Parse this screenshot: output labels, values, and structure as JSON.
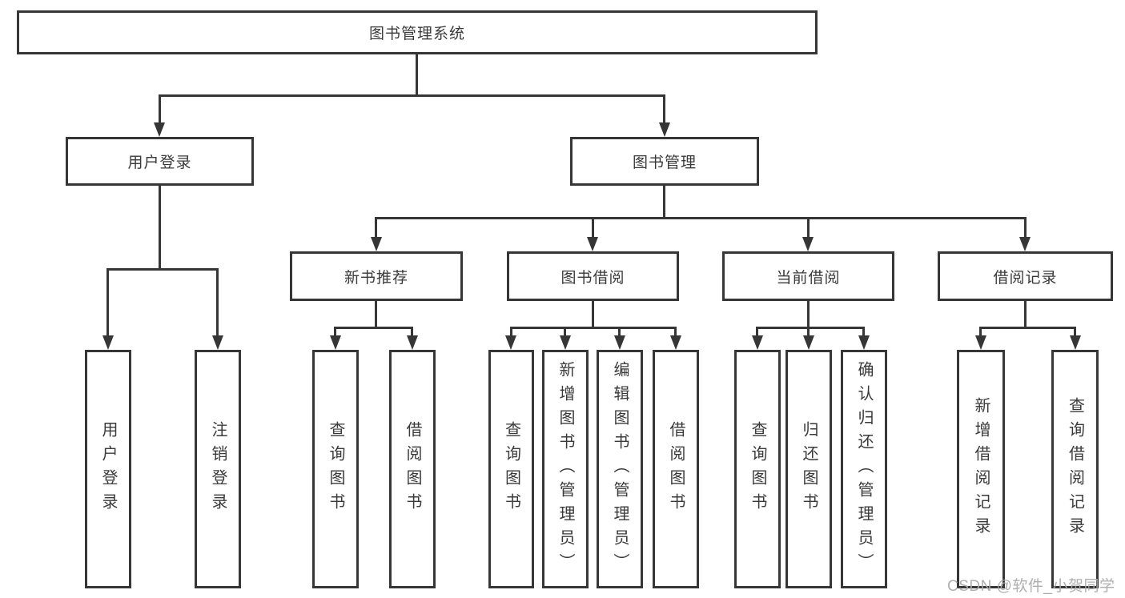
{
  "colors": {
    "line": "#363636",
    "text": "#3a3a3a",
    "box_background": "#ffffff",
    "watermark": "#ababab"
  },
  "root": {
    "label": "图书管理系统"
  },
  "level2": {
    "user_login": {
      "label": "用户登录"
    },
    "book_management": {
      "label": "图书管理"
    }
  },
  "level3": {
    "new_book_recommend": {
      "label": "新书推荐"
    },
    "book_borrowing": {
      "label": "图书借阅"
    },
    "current_borrowing": {
      "label": "当前借阅"
    },
    "borrowing_records": {
      "label": "借阅记录"
    }
  },
  "level4": {
    "user_login_children": [
      {
        "label": "用户登录"
      },
      {
        "label": "注销登录"
      }
    ],
    "new_book_children": [
      {
        "label": "查询图书"
      },
      {
        "label": "借阅图书"
      }
    ],
    "book_borrowing_children": [
      {
        "label": "查询图书"
      },
      {
        "label": "新增图书（管理员）"
      },
      {
        "label": "编辑图书（管理员）"
      },
      {
        "label": "借阅图书"
      }
    ],
    "current_borrowing_children": [
      {
        "label": "查询图书"
      },
      {
        "label": "归还图书"
      },
      {
        "label": "确认归还（管理员）"
      }
    ],
    "borrowing_records_children": [
      {
        "label": "新增借阅记录"
      },
      {
        "label": "查询借阅记录"
      }
    ]
  },
  "watermark": {
    "text": "CSDN @软件_小贺同学"
  }
}
